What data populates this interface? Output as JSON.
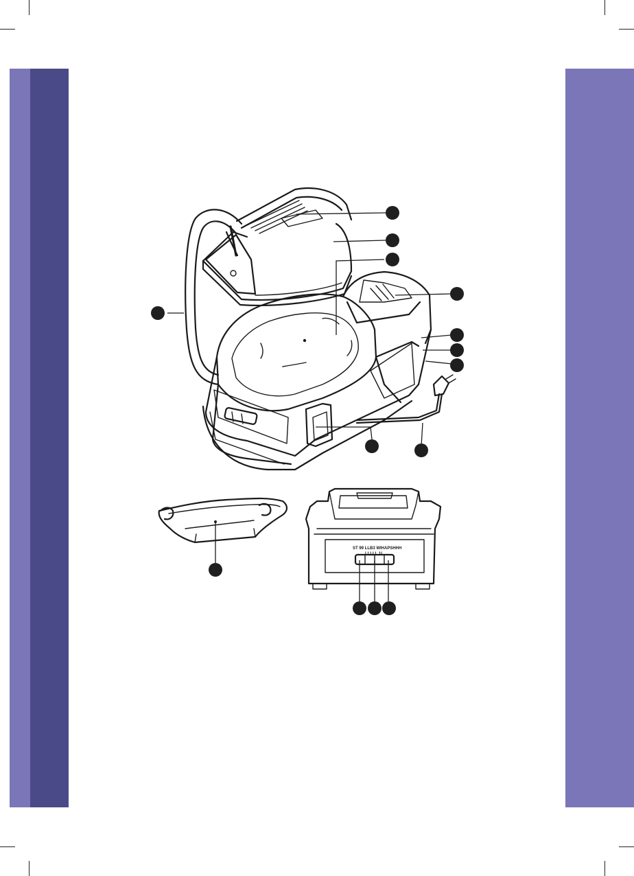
{
  "colors": {
    "band_light": "#7a76b8",
    "band_dark": "#4b4a88",
    "band_right": "#7a76b8",
    "line_art": "#1a1a1a",
    "callout_fill": "#1f1f1f"
  },
  "base_rear_panel": {
    "label_line_1": "ST 99 LLB3 WIHAPSHHH",
    "label_line_2": "LLLLL 1L"
  },
  "callouts": {
    "count_main_view": 10,
    "count_tray_view": 1,
    "count_rear_view": 3
  }
}
